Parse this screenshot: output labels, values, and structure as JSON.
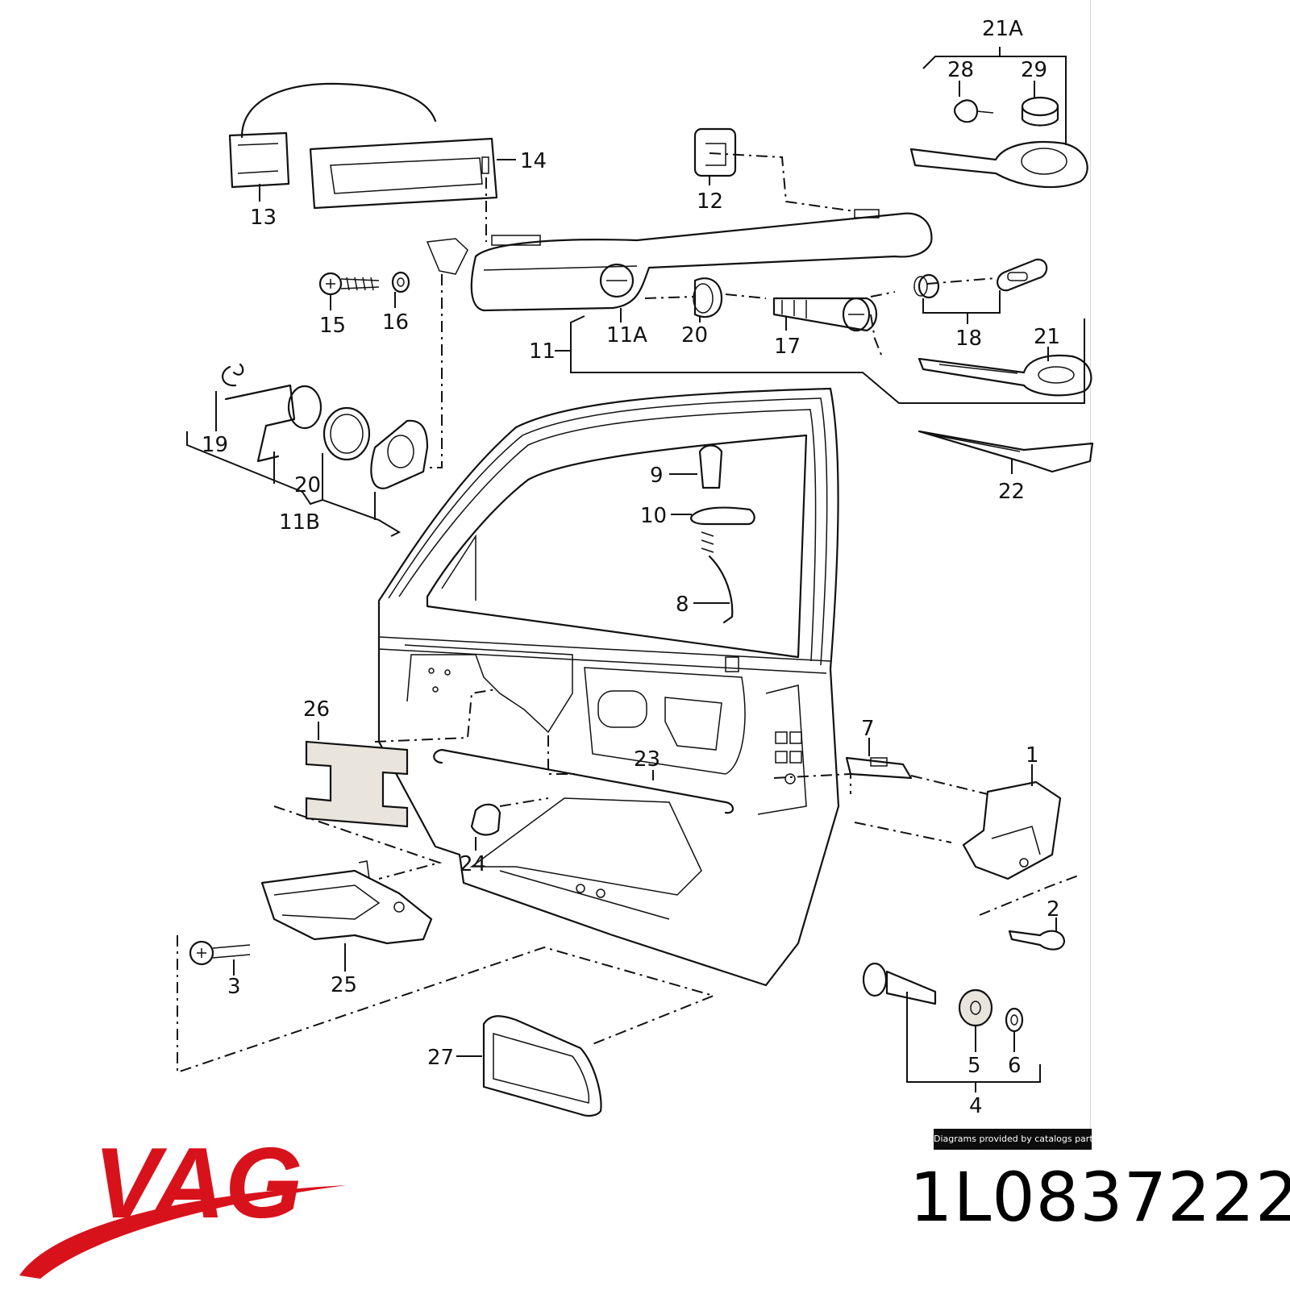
{
  "diagram": {
    "callouts": [
      "1",
      "2",
      "3",
      "4",
      "5",
      "6",
      "7",
      "8",
      "9",
      "10",
      "11",
      "11A",
      "11B",
      "12",
      "13",
      "14",
      "15",
      "16",
      "17",
      "18",
      "19",
      "20",
      "20",
      "21",
      "21A",
      "22",
      "23",
      "24",
      "25",
      "26",
      "27",
      "28",
      "29"
    ],
    "credit": "Diagrams provided by catalogs parts"
  },
  "brand": {
    "logo_text": "VAG",
    "logo_color": "#d8121b"
  },
  "part_number": "1L0837222"
}
